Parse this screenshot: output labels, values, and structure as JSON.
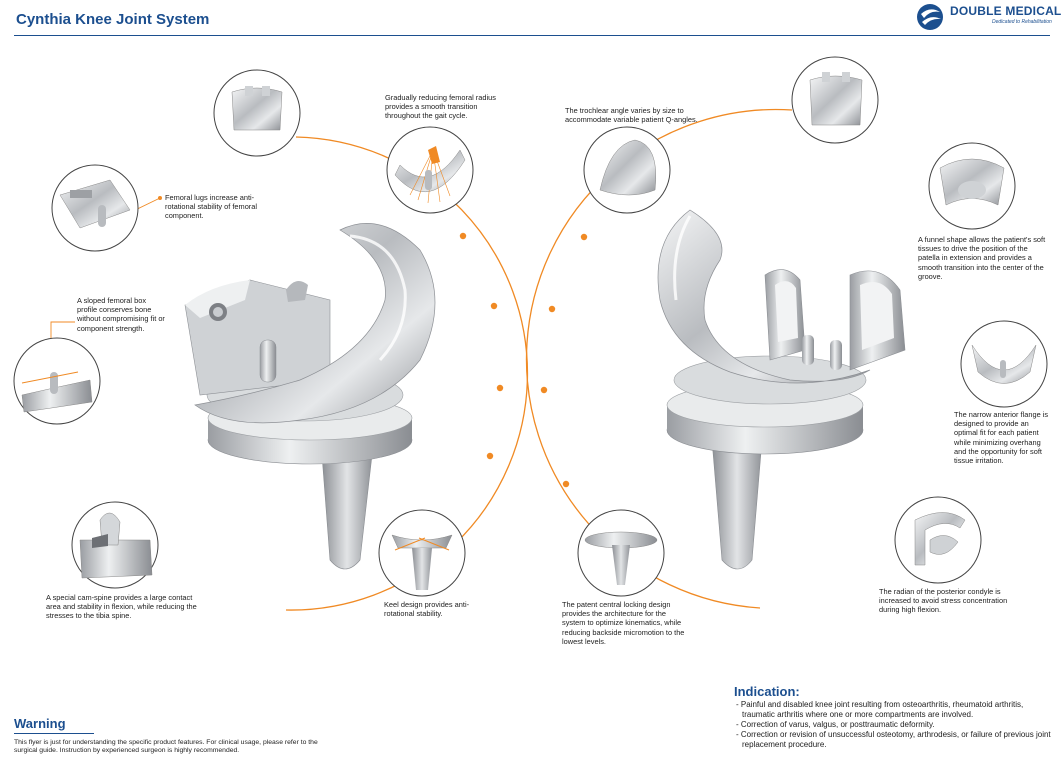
{
  "header": {
    "title": "Cynthia Knee Joint System",
    "brand": "DOUBLE MEDICAL",
    "tagline": "Dedicated to Rehabilitation"
  },
  "colors": {
    "brand_blue": "#1c4f8f",
    "accent_orange": "#f08a24"
  },
  "callouts": {
    "femoral_radius": "Gradually reducing femoral radius provides a smooth transition throughout the gait cycle.",
    "femoral_lugs": "Femoral lugs increase anti-rotational stability of femoral component.",
    "sloped_box": "A sloped femoral box profile conserves bone without compromising fit or component strength.",
    "cam_spine": "A special cam-spine provides a large contact area and stability in flexion, while reducing the stresses to the tibia spine.",
    "keel": "Keel design provides anti-rotational stability.",
    "trochlear": "The trochlear angle varies by size to accommodate variable patient Q-angles.",
    "locking": "The patent central locking design provides the architecture for the system to optimize kinematics, while reducing backside micromotion to the lowest levels.",
    "funnel": "A funnel shape allows the patient's soft tissues to drive the position of the patella in extension and provides a smooth transition into the center of the groove.",
    "anterior_flange": "The narrow anterior flange is designed to provide an optimal fit for each patient while minimizing overhang and the opportunity for soft tissue irritation.",
    "posterior_condyle": "The radian of the posterior condyle is increased to avoid stress concentration during high flexion."
  },
  "warning": {
    "title": "Warning",
    "text": "This flyer is just for understanding the specific product features. For clinical usage, please refer to the surgical guide. Instruction by experienced surgeon is highly recommended."
  },
  "indication": {
    "title": "Indication:",
    "items": [
      "- Painful and disabled knee joint resulting from osteoarthritis, rheumatoid arthritis, traumatic arthritis where one or more compartments are involved.",
      "- Correction of varus, valgus, or posttraumatic deformity.",
      "- Correction or revision of unsuccessful osteotomy, arthrodesis, or failure of previous joint replacement procedure."
    ]
  }
}
